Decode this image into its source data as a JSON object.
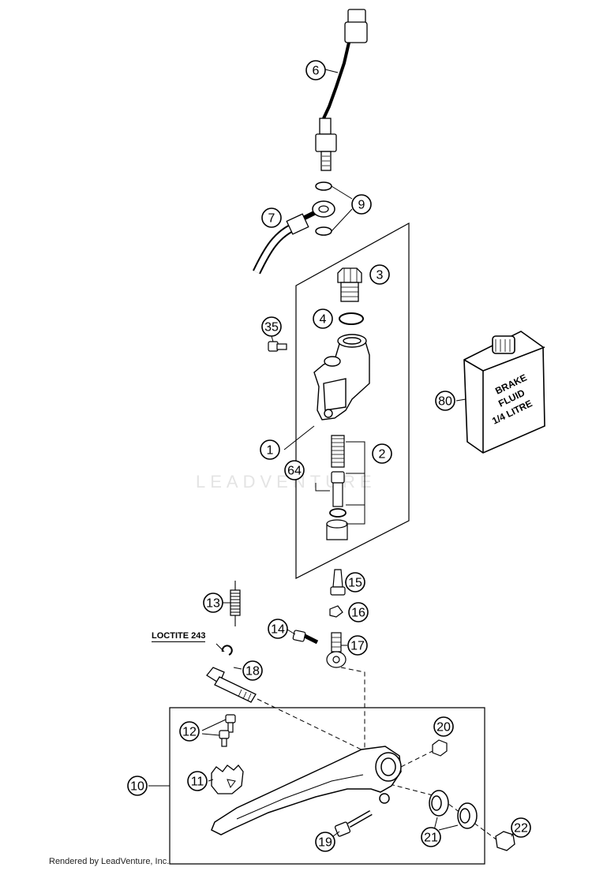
{
  "callouts": [
    "1",
    "2",
    "3",
    "4",
    "6",
    "7",
    "9",
    "10",
    "11",
    "12",
    "13",
    "14",
    "15",
    "16",
    "17",
    "18",
    "19",
    "20",
    "21",
    "22",
    "35",
    "64",
    "80"
  ],
  "note_label": "LOCTITE 243",
  "bottle_label": [
    "BRAKE",
    "FLUID",
    "1/4 LITRE"
  ],
  "watermark": "LEADVENTURE",
  "footer": "Rendered by LeadVenture, Inc."
}
